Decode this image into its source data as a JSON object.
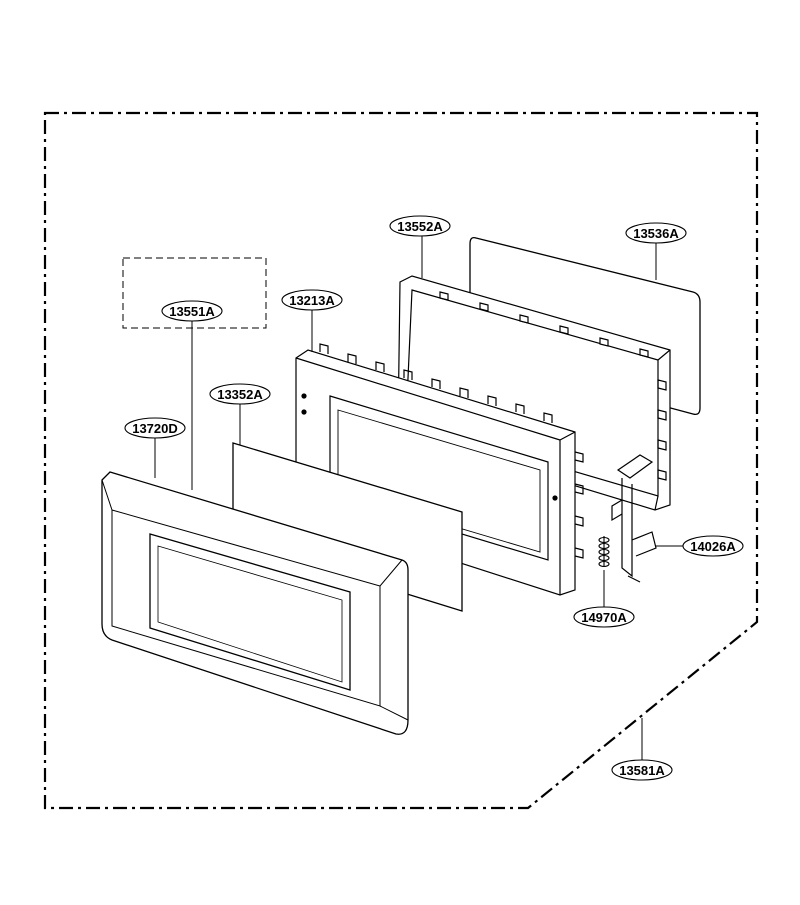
{
  "diagram": {
    "parts": [
      {
        "id": "13552A"
      },
      {
        "id": "13536A"
      },
      {
        "id": "13551A"
      },
      {
        "id": "13213A"
      },
      {
        "id": "13352A"
      },
      {
        "id": "13720D"
      },
      {
        "id": "14026A"
      },
      {
        "id": "14970A"
      },
      {
        "id": "13581A"
      }
    ],
    "colors": {
      "line": "#000000",
      "background": "#ffffff"
    }
  }
}
